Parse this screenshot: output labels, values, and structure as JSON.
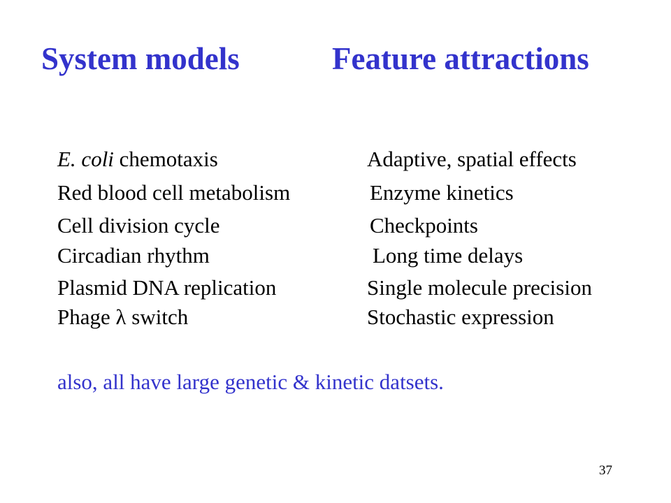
{
  "colors": {
    "title": "#3333cc",
    "note": "#3333cc",
    "text": "#000000"
  },
  "title": {
    "left": "System models",
    "right": "Feature attractions"
  },
  "rows": [
    {
      "system_italic": "E. coli",
      "system": " chemotaxis",
      "feature": "Adaptive, spatial effects"
    },
    {
      "system": "Red blood cell metabolism",
      "feature": "Enzyme kinetics"
    },
    {
      "system": "Cell division cycle",
      "feature": "Checkpoints"
    },
    {
      "system": "Circadian rhythm",
      "feature": "Long time delays"
    },
    {
      "system": "Plasmid DNA replication",
      "feature": "Single molecule precision"
    },
    {
      "system_before": "Phage ",
      "system_symbol": "λ",
      "system_after": " switch",
      "feature": "Stochastic expression"
    }
  ],
  "note": "also, all have large genetic & kinetic datsets.",
  "page_number": "37"
}
